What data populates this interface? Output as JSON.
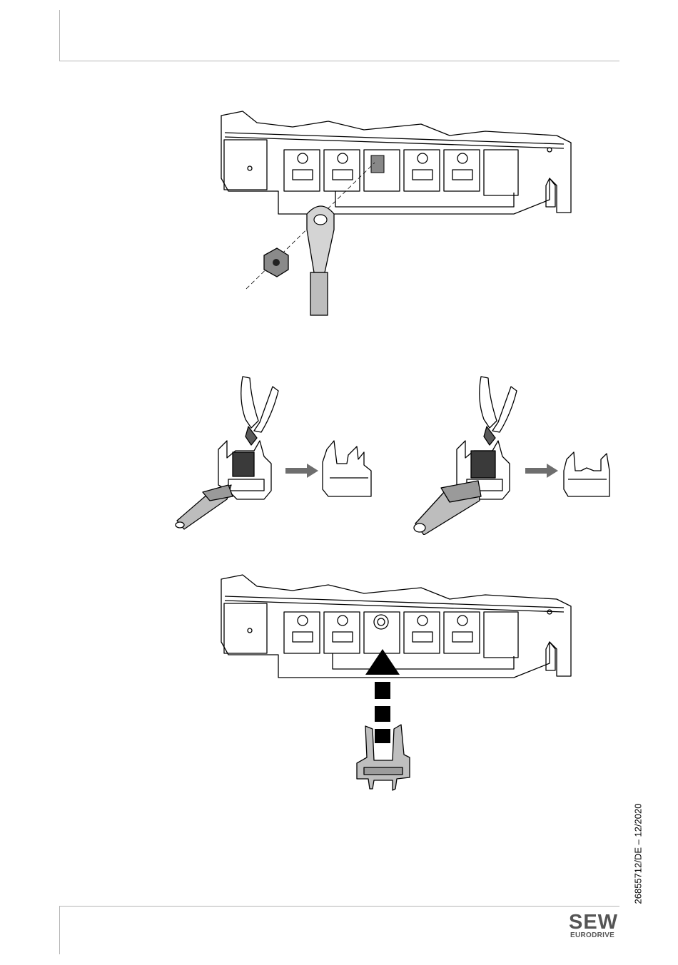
{
  "document": {
    "doc_code": "26855712/DE – 12/2020",
    "logo": {
      "main": "SEW",
      "sub": "EURODRIVE"
    }
  },
  "figures": [
    {
      "id": "fig-busbar-nut-mount",
      "description_icon": "busbar-terminal-with-ring-lug-and-nut-icon"
    },
    {
      "id": "fig-cut-clamp-left",
      "description_icon": "pliers-cutting-clamp-icon"
    },
    {
      "id": "fig-cut-clamp-right",
      "description_icon": "pliers-cutting-clamp-icon"
    },
    {
      "id": "fig-busbar-insert-clamp",
      "description_icon": "busbar-terminal-insert-clamp-icon"
    }
  ]
}
